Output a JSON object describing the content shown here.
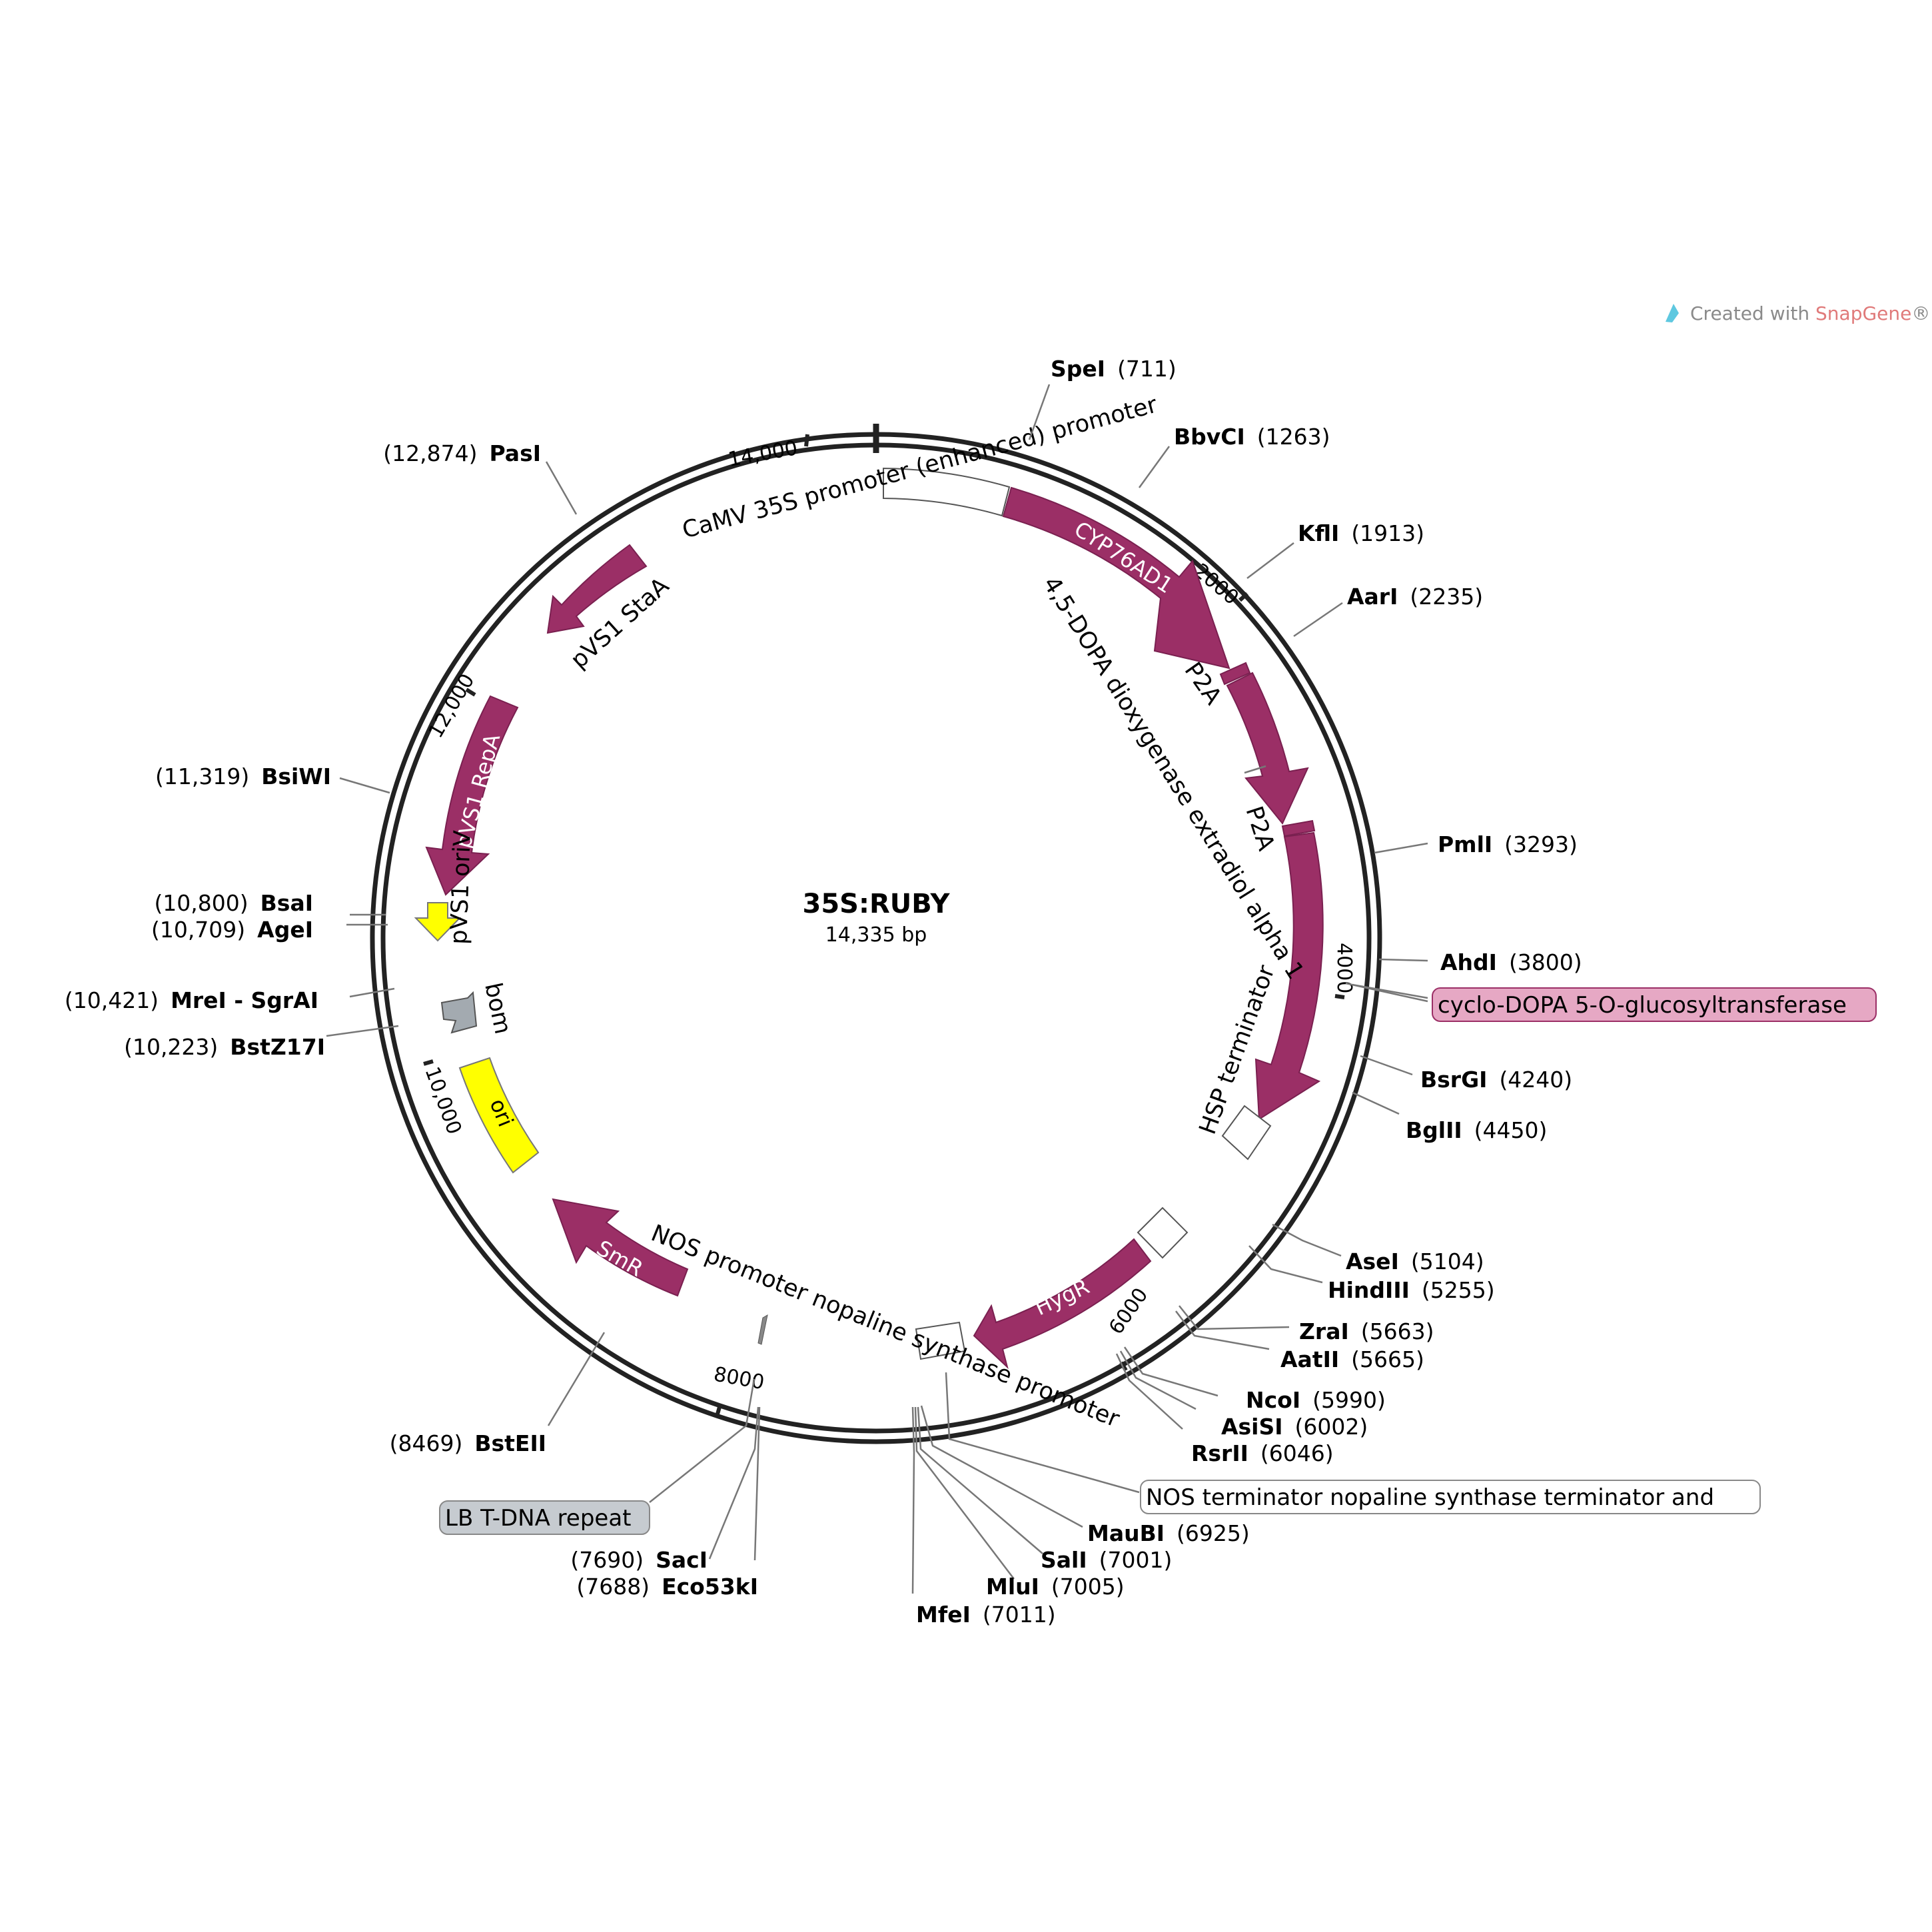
{
  "plasmid": {
    "name": "35S:RUBY",
    "size_label": "14,335 bp",
    "length": 14335
  },
  "credit": {
    "prefix": "Created with ",
    "brand": "SnapGene",
    "suffix": "®"
  },
  "colors": {
    "feature": "#9b2f66",
    "ori": "#ffff00",
    "misc": "#a3aab0",
    "backbone": "#222222",
    "line": "#777777",
    "cds_box": "#e6a8c4",
    "lb_box": "#c6cbd0"
  },
  "ticks": [
    {
      "label": "14,000"
    },
    {
      "label": "2000"
    },
    {
      "label": "4000"
    },
    {
      "label": "6000"
    },
    {
      "label": "8000"
    },
    {
      "label": "10,000"
    },
    {
      "label": "12,000"
    }
  ],
  "enzymes": [
    {
      "name": "SpeI",
      "pos": "(711)"
    },
    {
      "name": "BbvCI",
      "pos": "(1263)"
    },
    {
      "name": "KflI",
      "pos": "(1913)"
    },
    {
      "name": "AarI",
      "pos": "(2235)"
    },
    {
      "name": "PmlI",
      "pos": "(3293)"
    },
    {
      "name": "AhdI",
      "pos": "(3800)"
    },
    {
      "name": "BsrGI",
      "pos": "(4240)"
    },
    {
      "name": "BglII",
      "pos": "(4450)"
    },
    {
      "name": "AseI",
      "pos": "(5104)"
    },
    {
      "name": "HindIII",
      "pos": "(5255)"
    },
    {
      "name": "ZraI",
      "pos": "(5663)"
    },
    {
      "name": "AatII",
      "pos": "(5665)"
    },
    {
      "name": "NcoI",
      "pos": "(5990)"
    },
    {
      "name": "AsiSI",
      "pos": "(6002)"
    },
    {
      "name": "RsrII",
      "pos": "(6046)"
    },
    {
      "name": "MauBI",
      "pos": "(6925)"
    },
    {
      "name": "SalI",
      "pos": "(7001)"
    },
    {
      "name": "MluI",
      "pos": "(7005)"
    },
    {
      "name": "MfeI",
      "pos": "(7011)"
    },
    {
      "name": "SacI",
      "pos": "(7690)"
    },
    {
      "name": "Eco53kI",
      "pos": "(7688)"
    },
    {
      "name": "BstEII",
      "pos": "(8469)"
    },
    {
      "name": "BstZ17I",
      "pos": "(10,223)"
    },
    {
      "name": "MreI - SgrAI",
      "pos": "(10,421)"
    },
    {
      "name": "AgeI",
      "pos": "(10,709)"
    },
    {
      "name": "BsaI",
      "pos": "(10,800)"
    },
    {
      "name": "BsiWI",
      "pos": "(11,319)"
    },
    {
      "name": "PasI",
      "pos": "(12,874)"
    }
  ],
  "features_inside": [
    {
      "label": "CYP76AD1"
    },
    {
      "label": "HygR"
    },
    {
      "label": "SmR"
    },
    {
      "label": "pVS1 RepA"
    },
    {
      "label": "ori"
    }
  ],
  "feature_labels": [
    {
      "label": "CaMV 35S promoter (enhanced) promoter"
    },
    {
      "label": "4,5-DOPA dioxygenase extradiol alpha 1"
    },
    {
      "label": "P2A"
    },
    {
      "label": "P2A"
    },
    {
      "label": "HSP terminator"
    },
    {
      "label": "NOS promoter nopaline synthase promoter"
    },
    {
      "label": "pVS1 StaA"
    },
    {
      "label": "pVS1 oriV"
    },
    {
      "label": "bom"
    }
  ],
  "boxed_labels": [
    {
      "label": "cyclo-DOPA 5-O-glucosyltransferase"
    },
    {
      "label": "NOS terminator nopaline synthase terminator and"
    },
    {
      "label": "LB T-DNA repeat"
    }
  ]
}
